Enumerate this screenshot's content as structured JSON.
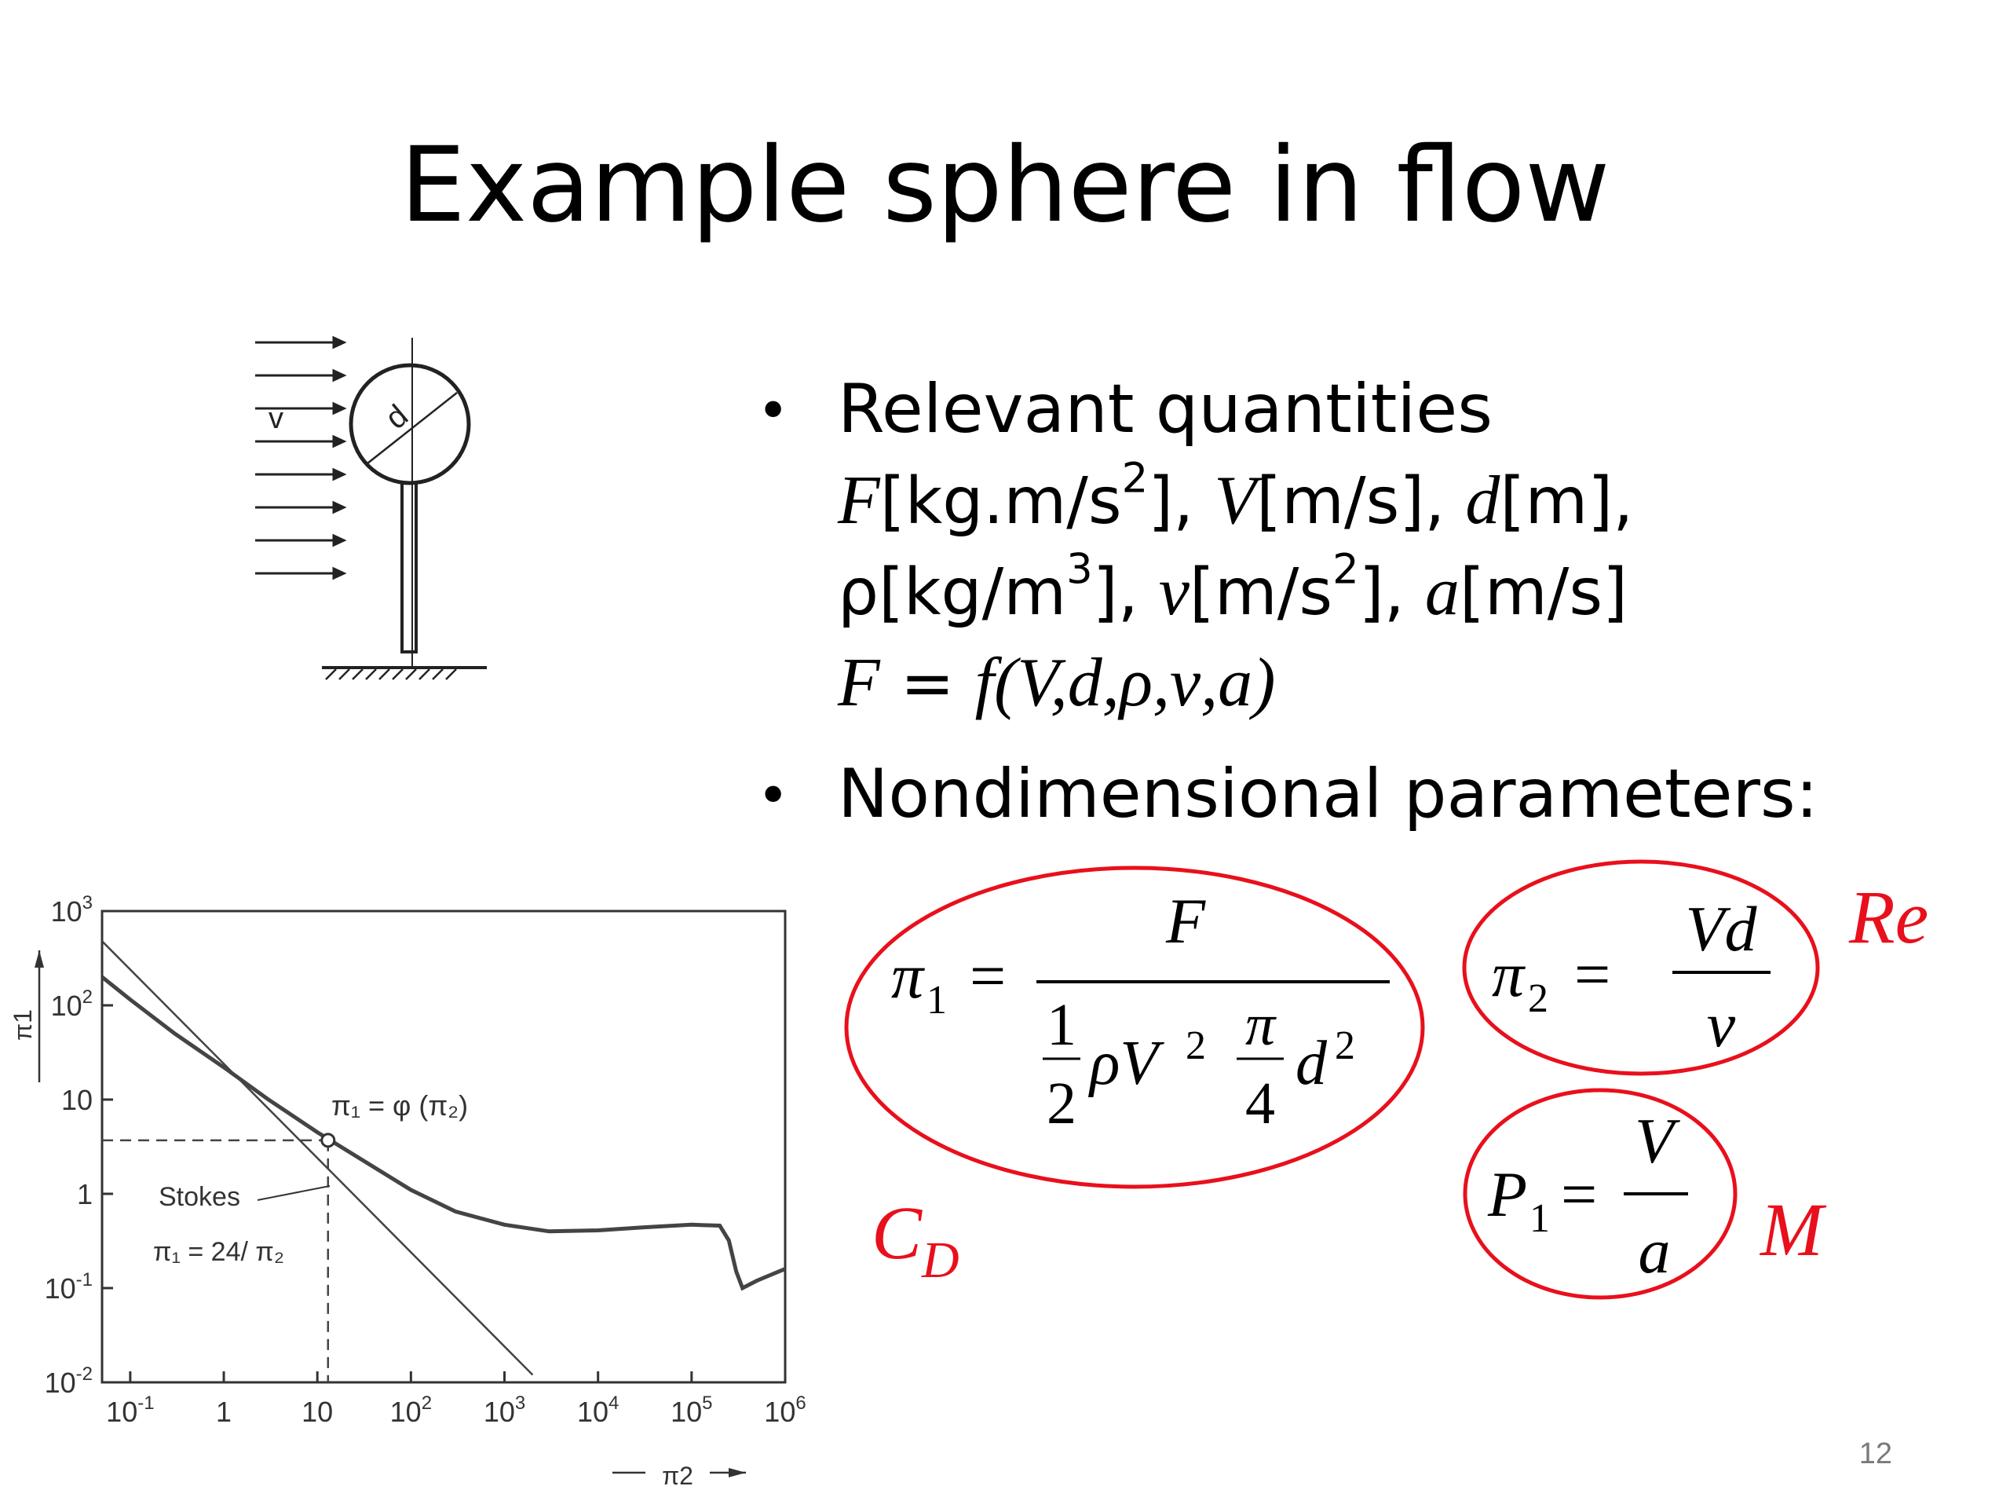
{
  "slide": {
    "title": "Example sphere in flow",
    "page_number": "12"
  },
  "bullets": [
    {
      "heading": "Relevant quantities",
      "line1": {
        "F": "F",
        "F_unit": "[kg.m/s",
        "F_unit_exp": "2",
        "F_unit_end": "], ",
        "V": "V",
        "V_unit": "[m/s], ",
        "d": "d",
        "d_unit": "[m],"
      },
      "line2": {
        "rho": "ρ",
        "rho_unit": "[kg/m",
        "rho_unit_exp": "3",
        "rho_unit_end": "], ",
        "nu": "ν",
        "nu_unit": "[m/s",
        "nu_unit_exp": "2",
        "nu_unit_end": "], ",
        "a": "a",
        "a_unit": "[m/s]"
      },
      "line3": {
        "F": "F",
        "eq": " = ",
        "f": "f",
        "args": "(V,d,ρ,ν,a)"
      }
    },
    {
      "heading": "Nondimensional parameters:"
    }
  ],
  "formulas": {
    "pi1": {
      "lhs": "π",
      "sub": "1",
      "eq": "=",
      "num": "F",
      "half_num": "1",
      "half_den": "2",
      "rho_v": "ρV",
      "exp2": "2",
      "pi": "π",
      "four": "4",
      "d": "d",
      "label": "C",
      "label_sub": "D"
    },
    "pi2": {
      "lhs": "π",
      "sub": "2",
      "eq": "=",
      "num": "Vd",
      "den": "ν",
      "label": "Re"
    },
    "p1": {
      "lhs": "P",
      "sub": "1",
      "eq": "=",
      "num": "V",
      "den": "a",
      "label": "M"
    }
  },
  "sphere_diagram": {
    "flow_label": "v",
    "diameter_label": "d"
  },
  "chart_data": {
    "type": "line",
    "title": "",
    "xlabel": "π2",
    "ylabel": "π1",
    "x_scale": "log",
    "y_scale": "log",
    "xlim": [
      0.05,
      1000000
    ],
    "ylim": [
      0.01,
      1000
    ],
    "x_ticks": [
      "10-1",
      "1",
      "10",
      "102",
      "103",
      "104",
      "105",
      "106"
    ],
    "y_ticks": [
      "10-2",
      "10-1",
      "1",
      "10",
      "102",
      "103"
    ],
    "series": [
      {
        "name": "π1 = φ(π2)",
        "x": [
          0.05,
          0.1,
          0.3,
          1,
          3,
          10,
          30,
          100,
          300,
          1000,
          3000,
          10000,
          30000,
          100000,
          200000,
          250000,
          300000,
          350000,
          500000,
          1000000
        ],
        "y": [
          200,
          115,
          50,
          22,
          10,
          4.5,
          2.3,
          1.1,
          0.65,
          0.47,
          0.4,
          0.41,
          0.44,
          0.47,
          0.46,
          0.32,
          0.15,
          0.1,
          0.12,
          0.16
        ]
      },
      {
        "name": "Stokes π1 = 24/π2",
        "x": [
          0.05,
          2000
        ],
        "y": [
          480,
          0.012
        ]
      }
    ],
    "annotations": {
      "curve_label": "π₁ = φ (π₂)",
      "stokes_label": "Stokes",
      "stokes_formula": "π₁ = 24/ π₂",
      "marker_point": {
        "x": 13,
        "y": 3.7
      }
    }
  }
}
